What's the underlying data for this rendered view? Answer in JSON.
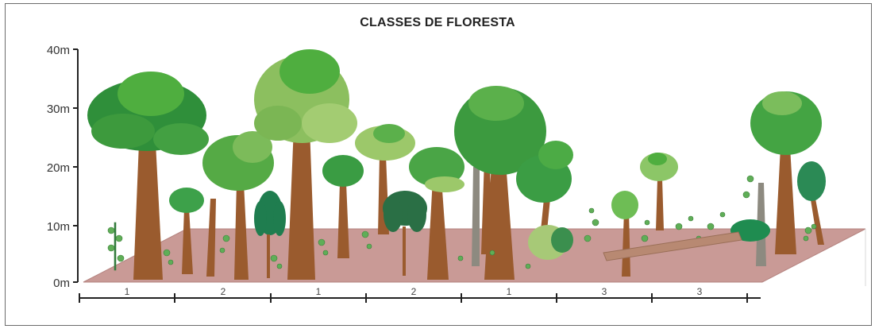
{
  "title": "CLASSES DE FLORESTA",
  "y_axis": {
    "labels": [
      "40m",
      "30m",
      "20m",
      "10m",
      "0m"
    ]
  },
  "segments": [
    "1",
    "2",
    "1",
    "2",
    "1",
    "3",
    "3"
  ],
  "colors": {
    "ground": "#c99a96",
    "trunk": "#9a5b2e",
    "canopy_dark": "#2f8f3a",
    "canopy_mid": "#4fae3f",
    "canopy_light": "#9cc86a",
    "axis": "#222222"
  }
}
